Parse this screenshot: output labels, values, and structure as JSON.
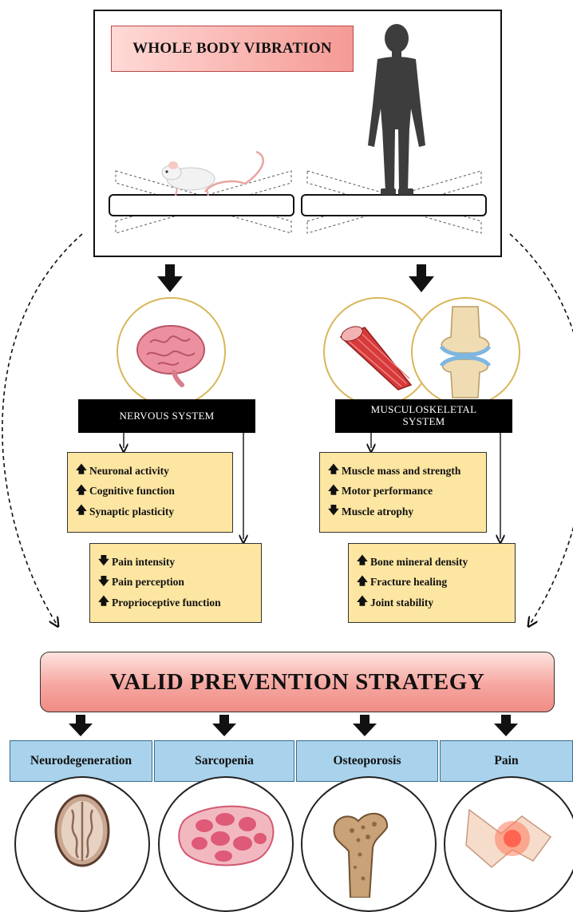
{
  "header": {
    "title": "WHOLE BODY VIBRATION"
  },
  "systems": {
    "nervous": {
      "label": "NERVOUS SYSTEM",
      "effects_primary": [
        {
          "direction": "up",
          "text": "Neuronal activity"
        },
        {
          "direction": "up",
          "text": "Cognitive function"
        },
        {
          "direction": "up",
          "text": "Synaptic plasticity"
        }
      ],
      "effects_secondary": [
        {
          "direction": "down",
          "text": "Pain intensity"
        },
        {
          "direction": "down",
          "text": "Pain perception"
        },
        {
          "direction": "up",
          "text": "Proprioceptive function"
        }
      ]
    },
    "musculoskeletal": {
      "label": "MUSCULOSKELETAL\nSYSTEM",
      "effects_primary": [
        {
          "direction": "up",
          "text": "Muscle mass and strength"
        },
        {
          "direction": "up",
          "text": "Motor performance"
        },
        {
          "direction": "down",
          "text": "Muscle atrophy"
        }
      ],
      "effects_secondary": [
        {
          "direction": "up",
          "text": "Bone mineral density"
        },
        {
          "direction": "up",
          "text": "Fracture healing"
        },
        {
          "direction": "up",
          "text": "Joint stability"
        }
      ]
    }
  },
  "strategy": {
    "label": "VALID PREVENTION STRATEGY"
  },
  "conditions": [
    {
      "label": "Neurodegeneration",
      "icon": "brain-scan-icon"
    },
    {
      "label": "Sarcopenia",
      "icon": "muscle-tissue-icon"
    },
    {
      "label": "Osteoporosis",
      "icon": "femur-bone-icon"
    },
    {
      "label": "Pain",
      "icon": "knee-pain-icon"
    }
  ],
  "arrow_glyphs": {
    "up": "🡅",
    "down": "🡇"
  },
  "colors": {
    "title_gradient_start": "#ffd9d6",
    "title_gradient_end": "#f59a94",
    "effects_box": "#fde6a2",
    "condition_box": "#a9d3ec",
    "system_label": "#000000",
    "circle_border": "#d8b65a"
  }
}
